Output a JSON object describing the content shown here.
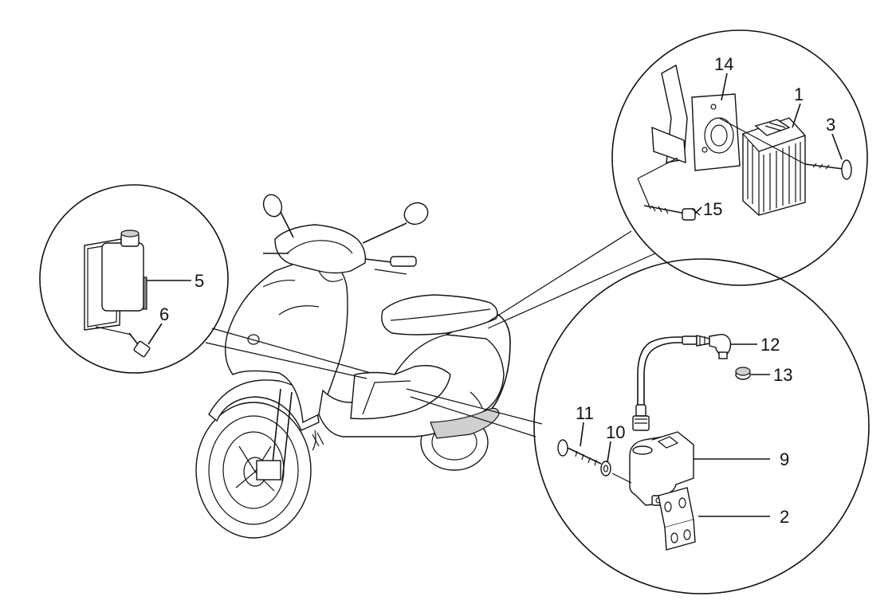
{
  "callouts": [
    {
      "id": "1",
      "text": "1"
    },
    {
      "id": "2",
      "text": "2"
    },
    {
      "id": "3",
      "text": "3"
    },
    {
      "id": "5",
      "text": "5"
    },
    {
      "id": "6",
      "text": "6"
    },
    {
      "id": "9",
      "text": "9"
    },
    {
      "id": "10",
      "text": "10"
    },
    {
      "id": "11",
      "text": "11"
    },
    {
      "id": "12",
      "text": "12"
    },
    {
      "id": "13",
      "text": "13"
    },
    {
      "id": "14",
      "text": "14"
    },
    {
      "id": "15",
      "text": "15"
    }
  ],
  "colors": {
    "line": "#111111",
    "background": "#ffffff",
    "shade": "#cfcfcf"
  }
}
